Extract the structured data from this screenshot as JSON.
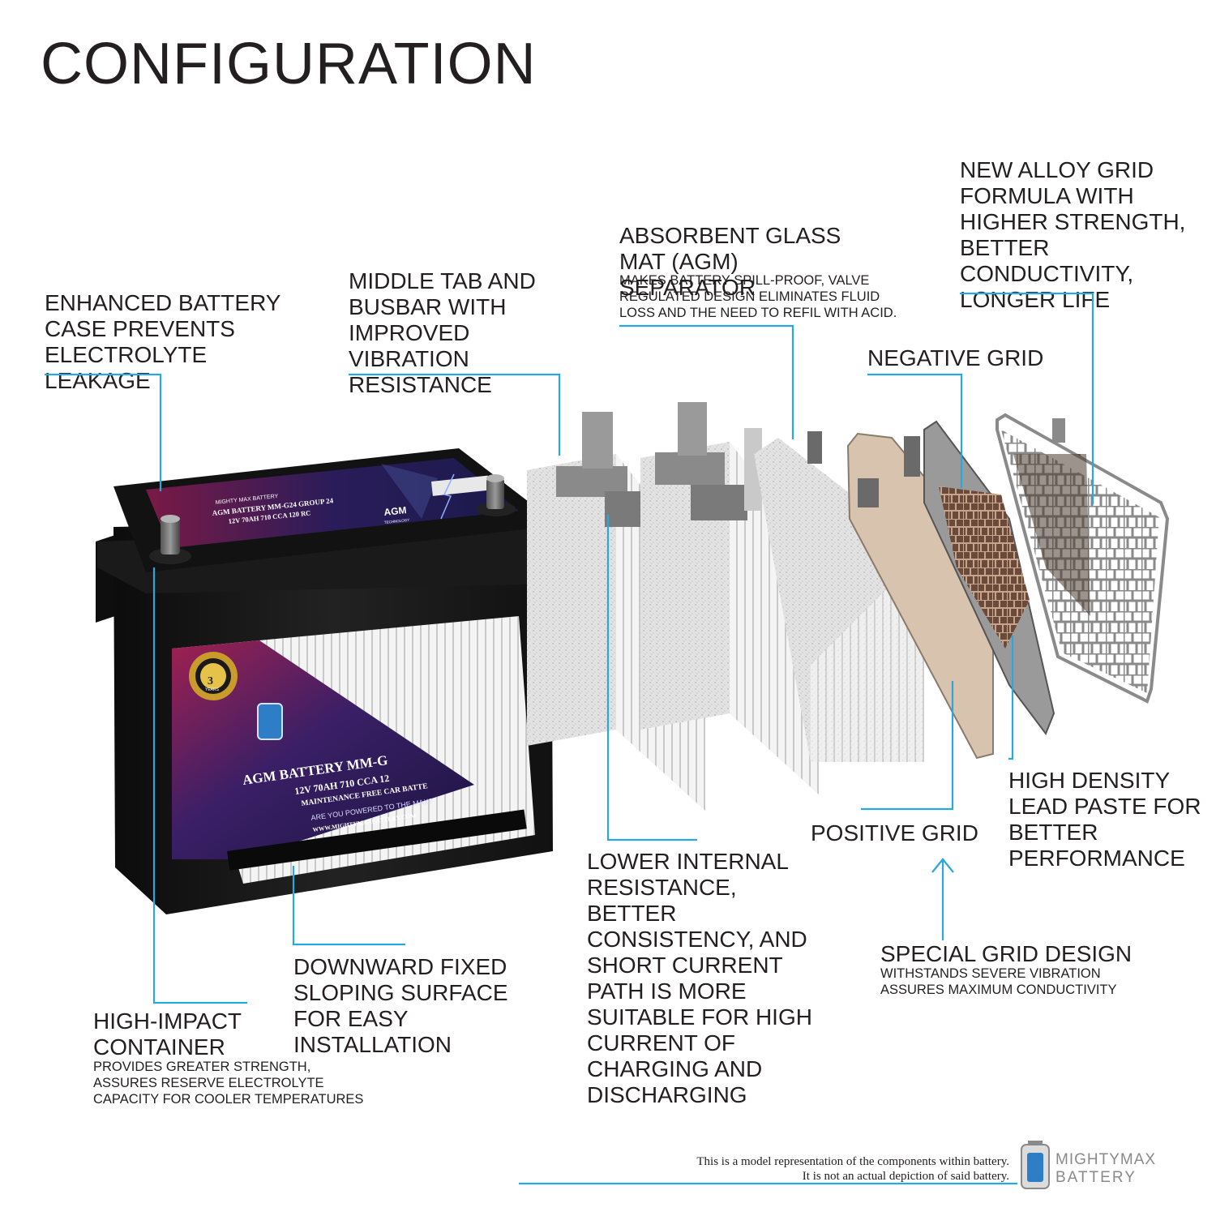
{
  "title": "CONFIGURATION",
  "callouts": {
    "case": "ENHANCED BATTERY CASE PREVENTS ELECTROLYTE LEAKAGE",
    "middle_tab": "MIDDLE TAB AND BUSBAR WITH IMPROVED VIBRATION RESISTANCE",
    "agm_title": "ABSORBENT GLASS MAT (AGM) SEPARATOR",
    "agm_sub": "MAKES BATTERY SPILL-PROOF, VALVE REGULATED DESIGN ELIMINATES FLUID LOSS AND THE NEED TO REFIL WITH ACID.",
    "alloy_grid": "NEW ALLOY GRID FORMULA WITH HIGHER STRENGTH, BETTER CONDUCTIVITY, LONGER LIFE",
    "negative_grid": "NEGATIVE GRID",
    "lead_paste": "HIGH DENSITY LEAD PASTE FOR BETTER PERFORMANCE",
    "positive_grid": "POSITIVE GRID",
    "special_grid_title": "SPECIAL GRID DESIGN",
    "special_grid_sub": "WITHSTANDS SEVERE VIBRATION ASSURES MAXIMUM CONDUCTIVITY",
    "lower_resistance": "LOWER INTERNAL RESISTANCE, BETTER CONSISTENCY, AND SHORT CURRENT PATH IS MORE SUITABLE FOR HIGH CURRENT OF CHARGING AND DISCHARGING",
    "sloping": "DOWNWARD FIXED SLOPING SURFACE FOR EASY INSTALLATION",
    "container_title": "HIGH-IMPACT CONTAINER",
    "container_sub": "PROVIDES GREATER STRENGTH, ASSURES RESERVE ELECTROLYTE CAPACITY FOR COOLER TEMPERATURES"
  },
  "battery_label": {
    "top_brand": "MIGHTY MAX BATTERY",
    "top_model": "AGM BATTERY MM-G24 GROUP 24",
    "top_specs": "12V  70AH  710 CCA  120 RC",
    "top_agm": "AGM",
    "top_agm_sub": "TECHNOLOGY",
    "warranty_number": "3",
    "warranty_text": "YEARS",
    "front_model": "AGM BATTERY MM-G",
    "front_specs": "12V  70AH  710 CCA  12",
    "front_tag": "MAINTENANCE FREE CAR BATTE",
    "front_slogan": "ARE YOU POWERED TO THE MAX?",
    "front_url": "WWW.MIGHTYMAXBATTERY.COM"
  },
  "footer": {
    "disclaimer_line1": "This is a model representation of the components within battery.",
    "disclaimer_line2": "It is not an actual depiction of said battery.",
    "logo_line1": "MIGHTYMAX",
    "logo_line2": "BATTERY"
  },
  "colors": {
    "accent_line": "#29a8df",
    "text": "#231f20",
    "case": "#161616",
    "label_purple": "#3a1f66"
  }
}
